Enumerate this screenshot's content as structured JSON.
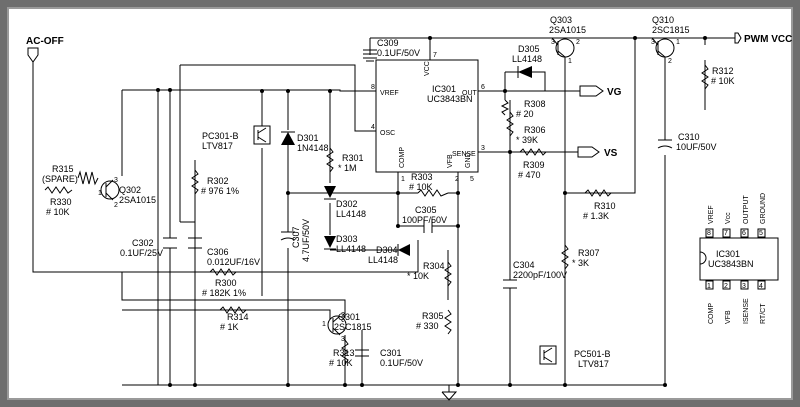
{
  "inputs": {
    "ac_off": "AC-OFF",
    "pwm_vcc": "PWM VCC"
  },
  "outputs": {
    "vg": "VG",
    "vs": "VS"
  },
  "ic": {
    "ref": "IC301",
    "part": "UC3843BN",
    "pins": {
      "vref": "VREF",
      "vcc": "VCC",
      "out": "OUT",
      "osc": "OSC",
      "comp": "COMP",
      "vfb": "VFB",
      "sense": "SENSE",
      "gnd": "GND"
    },
    "pin_numbers": {
      "vref": "8",
      "vcc": "7",
      "out": "6",
      "osc": "4",
      "comp": "1",
      "vfb": "2",
      "sense": "3",
      "gnd": "5"
    }
  },
  "components": {
    "c309": {
      "ref": "C309",
      "value": "0.1UF/50V"
    },
    "d305": {
      "ref": "D305",
      "value": "LL4148"
    },
    "q303": {
      "ref": "Q303",
      "value": "2SA1015"
    },
    "q310": {
      "ref": "Q310",
      "value": "2SC1815"
    },
    "r312": {
      "ref": "R312",
      "value": "# 10K"
    },
    "c310": {
      "ref": "C310",
      "value": "10UF/50V"
    },
    "r308": {
      "ref": "R308",
      "value": "# 20"
    },
    "r306": {
      "ref": "R306",
      "value": "* 39K"
    },
    "r309": {
      "ref": "R309",
      "value": "# 470"
    },
    "r310": {
      "ref": "R310",
      "value": "# 1.3K"
    },
    "r307": {
      "ref": "R307",
      "value": "* 3K"
    },
    "c304": {
      "ref": "C304",
      "value": "2200pF/100V"
    },
    "pc501": {
      "ref": "PC501-B",
      "value": "LTV817"
    },
    "pc301": {
      "ref": "PC301-B",
      "value": "LTV817"
    },
    "d301": {
      "ref": "D301",
      "value": "1N4148"
    },
    "r301": {
      "ref": "R301",
      "value": "* 1M"
    },
    "r302": {
      "ref": "R302",
      "value": "# 976 1%"
    },
    "r303": {
      "ref": "R303",
      "value": "# 10K"
    },
    "d302": {
      "ref": "D302",
      "value": "LL4148"
    },
    "d303": {
      "ref": "D303",
      "value": "LL4148"
    },
    "d304": {
      "ref": "D304",
      "value": "LL4148"
    },
    "c305": {
      "ref": "C305",
      "value": "100PF/50V"
    },
    "c307": {
      "ref": "C307",
      "value": "4.7UF/50V"
    },
    "r304": {
      "ref": "R304",
      "value": "* 10K"
    },
    "r305": {
      "ref": "R305",
      "value": "# 330"
    },
    "r315": {
      "ref": "R315",
      "value": "(SPARE)"
    },
    "r330": {
      "ref": "R330",
      "value": "# 10K"
    },
    "q302": {
      "ref": "Q302",
      "value": "2SA1015"
    },
    "c302": {
      "ref": "C302",
      "value": "0.1UF/25V"
    },
    "c306": {
      "ref": "C306",
      "value": "0.012UF/16V"
    },
    "r300": {
      "ref": "R300",
      "value": "# 182K 1%"
    },
    "r314": {
      "ref": "R314",
      "value": "# 1K"
    },
    "q301": {
      "ref": "Q301",
      "value": "2SC1815"
    },
    "r313": {
      "ref": "R313",
      "value": "# 10K"
    },
    "c301": {
      "ref": "C301",
      "value": "0.1UF/50V"
    }
  },
  "pinout": {
    "ref": "IC301",
    "part": "UC3843BN",
    "top_labels": [
      "VREF",
      "Vcc",
      "OUTPUT",
      "GROUND"
    ],
    "top_pins": [
      "8",
      "7",
      "6",
      "5"
    ],
    "bottom_labels": [
      "COMP",
      "VFB",
      "ISENSE",
      "RT/CT"
    ],
    "bottom_pins": [
      "1",
      "2",
      "3",
      "4"
    ]
  },
  "transistor_pins": {
    "q303": [
      "3",
      "1",
      "2"
    ],
    "q310": [
      "3",
      "2",
      "1"
    ],
    "q302": [
      "3",
      "1",
      "2"
    ],
    "q301": [
      "1",
      "2",
      "3"
    ]
  }
}
